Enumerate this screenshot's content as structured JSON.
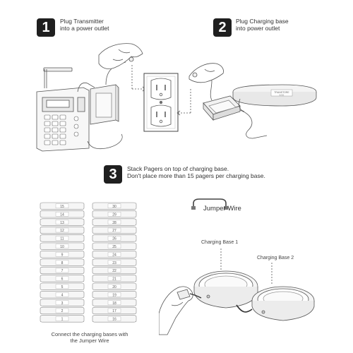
{
  "steps": [
    {
      "number": "1",
      "lines": [
        "Plug Transmitter",
        "into a power outlet"
      ]
    },
    {
      "number": "2",
      "lines": [
        "Plug Charging base",
        "into power outlet"
      ]
    },
    {
      "number": "3",
      "lines": [
        "Stack Pagers on top of charging base.",
        "Don't place more than 15 pagers per charging base."
      ]
    }
  ],
  "labels": {
    "jumper_wire": "Jumper Wire",
    "charging_base_1": "Charging Base 1",
    "charging_base_2": "Charging Base 2",
    "base_brand": "TRANSTORE",
    "base_sub": "BASE"
  },
  "caption": {
    "lines": [
      "Connect the charging bases with",
      "the Jumper Wire"
    ]
  },
  "stacks": {
    "left": [
      "15",
      "14",
      "13",
      "12",
      "11",
      "10",
      "9",
      "8",
      "7",
      "6",
      "5",
      "4",
      "3",
      "2",
      "1"
    ],
    "right": [
      "30",
      "29",
      "28",
      "27",
      "26",
      "25",
      "24",
      "23",
      "22",
      "21",
      "20",
      "19",
      "18",
      "17",
      "16"
    ]
  }
}
